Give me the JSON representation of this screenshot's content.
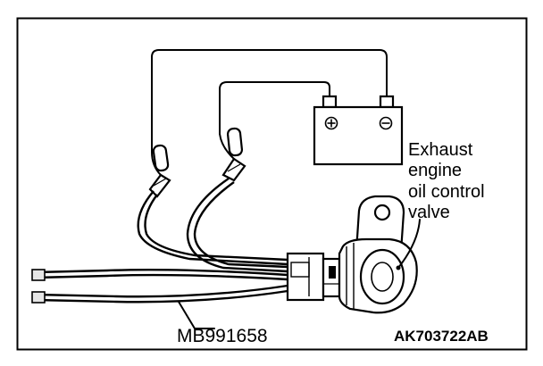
{
  "labels": {
    "component_line1": "Exhaust",
    "component_line2": "engine",
    "component_line3": "oil control",
    "component_line4": "valve",
    "tool": "MB991658",
    "ref_code": "AK703722AB"
  },
  "battery": {
    "positive_symbol": "⊕",
    "negative_symbol": "⊖"
  }
}
